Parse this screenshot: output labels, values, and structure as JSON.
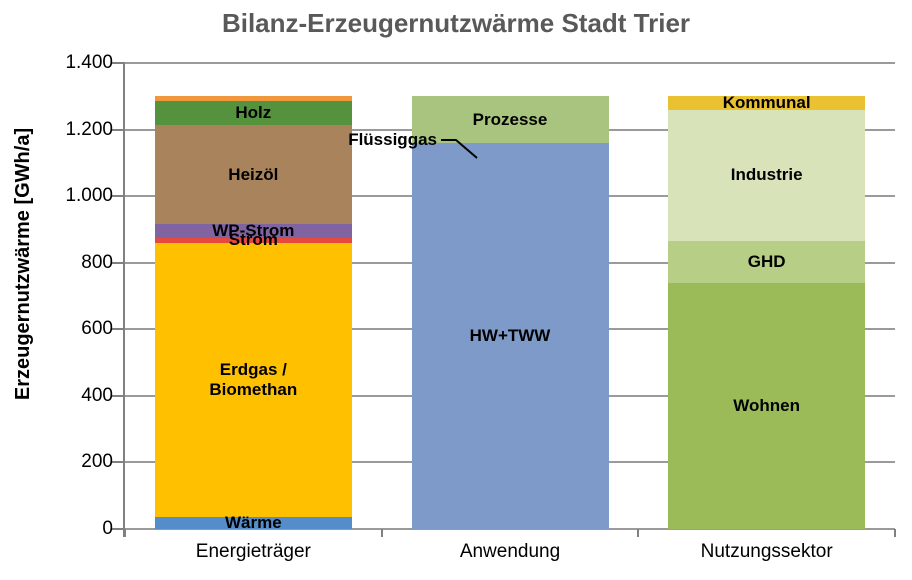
{
  "title": "Bilanz-Erzeugernutzwärme Stadt Trier",
  "y_axis": {
    "label": "Erzeugernutzwärme [GWh/a]",
    "ticks": [
      "1.400",
      "1.200",
      "1.000",
      "800",
      "600",
      "400",
      "200",
      "0"
    ]
  },
  "chart_data": {
    "type": "bar",
    "stacked": true,
    "title": "Bilanz-Erzeugernutzwärme Stadt Trier",
    "ylabel": "Erzeugernutzwärme [GWh/a]",
    "unit": "GWh/a",
    "ylim": [
      0,
      1400
    ],
    "ystep": 200,
    "grid": true,
    "legend": "none (segments labeled inline)",
    "categories": [
      "Energieträger",
      "Anwendung",
      "Nutzungssektor"
    ],
    "callout_label": "Flüssiggas",
    "bars": [
      {
        "category": "Energieträger",
        "total": 1300,
        "segments": [
          {
            "label": "Wärme",
            "value": 35,
            "color": "#548dc9"
          },
          {
            "label": "Erdgas / Biomethan",
            "label_lines": [
              "Erdgas /",
              "Biomethan"
            ],
            "value": 825,
            "color": "#ffc000"
          },
          {
            "label": "Strom",
            "value": 15,
            "color": "#e6493d"
          },
          {
            "label": "WP-Strom",
            "value": 40,
            "color": "#8064a2"
          },
          {
            "label": "Heizöl",
            "value": 300,
            "color": "#a8835c"
          },
          {
            "label": "Holz",
            "value": 70,
            "color": "#54923e"
          },
          {
            "label": "Flüssiggas",
            "value": 15,
            "color": "#f0973c",
            "label_outside": true
          }
        ]
      },
      {
        "category": "Anwendung",
        "total": 1300,
        "segments": [
          {
            "label": "HW+TWW",
            "value": 1160,
            "color": "#7d9ac8"
          },
          {
            "label": "Prozesse",
            "value": 140,
            "color": "#a9c47e"
          }
        ]
      },
      {
        "category": "Nutzungssektor",
        "total": 1300,
        "segments": [
          {
            "label": "Wohnen",
            "value": 740,
            "color": "#9bbb59"
          },
          {
            "label": "GHD",
            "value": 125,
            "color": "#b6ce85"
          },
          {
            "label": "Industrie",
            "value": 395,
            "color": "#d8e3ba"
          },
          {
            "label": "Kommunal",
            "value": 40,
            "color": "#eac231"
          }
        ]
      }
    ]
  }
}
